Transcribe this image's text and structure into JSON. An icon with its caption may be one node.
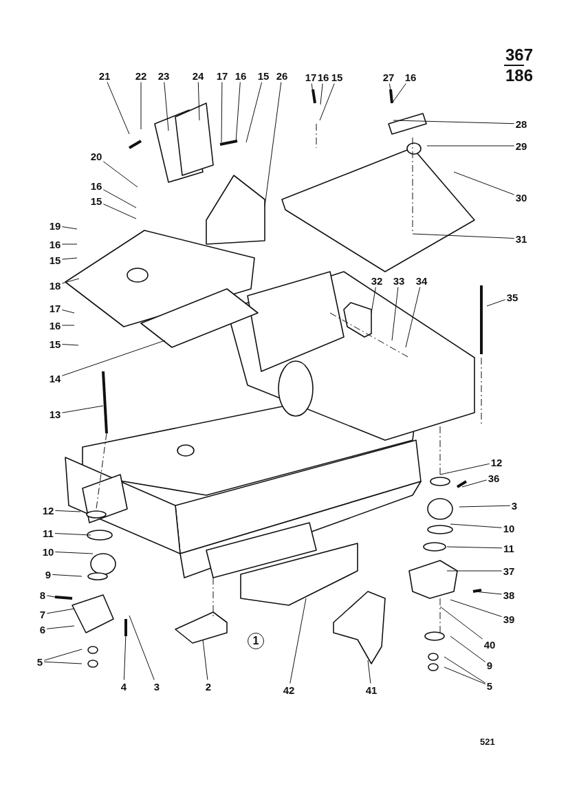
{
  "diagram": {
    "nodes": [
      {
        "text": [
          "21"
        ]
      },
      {
        "text": [
          "22"
        ]
      },
      {
        "text": [
          "23"
        ]
      },
      {
        "text": [
          "24"
        ]
      },
      {
        "text": [
          "17"
        ]
      },
      {
        "text": [
          "16"
        ]
      },
      {
        "text": [
          "15"
        ]
      },
      {
        "text": [
          "26"
        ]
      },
      {
        "text": [
          "17"
        ]
      },
      {
        "text": [
          "16"
        ]
      },
      {
        "text": [
          "15"
        ]
      },
      {
        "text": [
          "27"
        ]
      },
      {
        "text": [
          "16"
        ]
      },
      {
        "text": [
          "28"
        ]
      },
      {
        "text": [
          "29"
        ]
      },
      {
        "text": [
          "30"
        ]
      },
      {
        "text": [
          "31"
        ]
      },
      {
        "text": [
          "20"
        ]
      },
      {
        "text": [
          "16"
        ]
      },
      {
        "text": [
          "15"
        ]
      },
      {
        "text": [
          "19"
        ]
      },
      {
        "text": [
          "16"
        ]
      },
      {
        "text": [
          "15"
        ]
      },
      {
        "text": [
          "18"
        ]
      },
      {
        "text": [
          "17"
        ]
      },
      {
        "text": [
          "16"
        ]
      },
      {
        "text": [
          "15"
        ]
      },
      {
        "text": [
          "14"
        ]
      },
      {
        "text": [
          "32"
        ]
      },
      {
        "text": [
          "33"
        ]
      },
      {
        "text": [
          "34"
        ]
      },
      {
        "text": [
          "35"
        ]
      },
      {
        "text": [
          "13"
        ]
      },
      {
        "text": [
          "12"
        ]
      },
      {
        "text": [
          "11"
        ]
      },
      {
        "text": [
          "10"
        ]
      },
      {
        "text": [
          "9"
        ]
      },
      {
        "text": [
          "8"
        ]
      },
      {
        "text": [
          "7"
        ]
      },
      {
        "text": [
          "6"
        ]
      },
      {
        "text": [
          "5"
        ]
      },
      {
        "text": [
          "4"
        ]
      },
      {
        "text": [
          "3"
        ]
      },
      {
        "text": [
          "2"
        ]
      },
      {
        "text": [
          "42"
        ]
      },
      {
        "text": [
          "41"
        ]
      },
      {
        "text": [
          "12"
        ]
      },
      {
        "text": [
          "36"
        ]
      },
      {
        "text": [
          "3"
        ]
      },
      {
        "text": [
          "10"
        ]
      },
      {
        "text": [
          "11"
        ]
      },
      {
        "text": [
          "37"
        ]
      },
      {
        "text": [
          "38"
        ]
      },
      {
        "text": [
          "39"
        ]
      },
      {
        "text": [
          "40"
        ]
      },
      {
        "text": [
          "9"
        ]
      },
      {
        "text": [
          "5"
        ]
      }
    ],
    "edges": [
      {
        "from": 0,
        "to": null,
        "arrow": "none"
      },
      {
        "from": 1,
        "to": null,
        "arrow": "none"
      },
      {
        "from": 2,
        "to": null,
        "arrow": "none"
      },
      {
        "from": 3,
        "to": null,
        "arrow": "none"
      },
      {
        "from": 4,
        "to": null,
        "arrow": "none"
      },
      {
        "from": 5,
        "to": null,
        "arrow": "none"
      },
      {
        "from": 6,
        "to": null,
        "arrow": "none"
      },
      {
        "from": 7,
        "to": null,
        "arrow": "none"
      },
      {
        "from": 8,
        "to": null,
        "arrow": "none"
      },
      {
        "from": 9,
        "to": null,
        "arrow": "none"
      },
      {
        "from": 10,
        "to": null,
        "arrow": "none"
      },
      {
        "from": 11,
        "to": null,
        "arrow": "none"
      },
      {
        "from": 12,
        "to": null,
        "arrow": "none"
      },
      {
        "from": 13,
        "to": null,
        "arrow": "none"
      },
      {
        "from": 14,
        "to": null,
        "arrow": "none"
      },
      {
        "from": 15,
        "to": null,
        "arrow": "none"
      },
      {
        "from": 16,
        "to": null,
        "arrow": "none"
      },
      {
        "from": 17,
        "to": null,
        "arrow": "none"
      },
      {
        "from": 18,
        "to": null,
        "arrow": "none"
      },
      {
        "from": 19,
        "to": null,
        "arrow": "none"
      },
      {
        "from": 20,
        "to": null,
        "arrow": "none"
      },
      {
        "from": 21,
        "to": null,
        "arrow": "none"
      },
      {
        "from": 22,
        "to": null,
        "arrow": "none"
      },
      {
        "from": 23,
        "to": null,
        "arrow": "none"
      },
      {
        "from": 24,
        "to": null,
        "arrow": "none"
      },
      {
        "from": 25,
        "to": null,
        "arrow": "none"
      },
      {
        "from": 26,
        "to": null,
        "arrow": "none"
      },
      {
        "from": 27,
        "to": null,
        "arrow": "none"
      },
      {
        "from": 28,
        "to": null,
        "arrow": "none"
      },
      {
        "from": 29,
        "to": null,
        "arrow": "none"
      },
      {
        "from": 30,
        "to": null,
        "arrow": "none"
      },
      {
        "from": 31,
        "to": null,
        "arrow": "none"
      },
      {
        "from": 32,
        "to": null,
        "arrow": "none"
      },
      {
        "from": 33,
        "to": null,
        "arrow": "none"
      },
      {
        "from": 34,
        "to": null,
        "arrow": "none"
      },
      {
        "from": 35,
        "to": null,
        "arrow": "none"
      },
      {
        "from": 36,
        "to": null,
        "arrow": "none"
      },
      {
        "from": 37,
        "to": null,
        "arrow": "none"
      },
      {
        "from": 38,
        "to": null,
        "arrow": "none"
      },
      {
        "from": 39,
        "to": null,
        "arrow": "none"
      },
      {
        "from": 40,
        "to": null,
        "arrow": "none"
      },
      {
        "from": 41,
        "to": null,
        "arrow": "none"
      },
      {
        "from": 42,
        "to": null,
        "arrow": "none"
      },
      {
        "from": 43,
        "to": null,
        "arrow": "none"
      },
      {
        "from": 44,
        "to": null,
        "arrow": "none"
      },
      {
        "from": 45,
        "to": null,
        "arrow": "none"
      },
      {
        "from": 46,
        "to": null,
        "arrow": "none"
      },
      {
        "from": 47,
        "to": null,
        "arrow": "none"
      },
      {
        "from": 48,
        "to": null,
        "arrow": "none"
      },
      {
        "from": 49,
        "to": null,
        "arrow": "none"
      },
      {
        "from": 50,
        "to": null,
        "arrow": "none"
      },
      {
        "from": 51,
        "to": null,
        "arrow": "none"
      },
      {
        "from": 52,
        "to": null,
        "arrow": "none"
      },
      {
        "from": 53,
        "to": null,
        "arrow": "none"
      },
      {
        "from": 54,
        "to": null,
        "arrow": "none"
      },
      {
        "from": 55,
        "to": null,
        "arrow": "none"
      },
      {
        "from": 56,
        "to": null,
        "arrow": "none"
      },
      {
        "from": 40,
        "to": null,
        "arrow": "none"
      },
      {
        "from": 56,
        "to": null,
        "arrow": "none"
      }
    ],
    "labels": [
      "367",
      "186",
      "1",
      "521"
    ]
  }
}
